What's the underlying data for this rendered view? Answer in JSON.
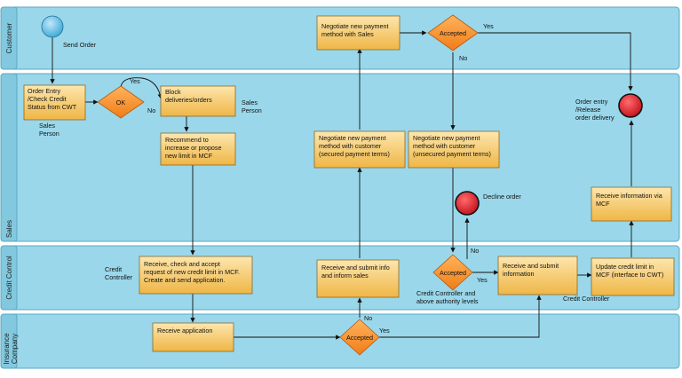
{
  "lanes": [
    {
      "id": "customer",
      "label": "Customer"
    },
    {
      "id": "sales",
      "label": "Sales"
    },
    {
      "id": "credit_control",
      "label": "Credit Control"
    },
    {
      "id": "insurance",
      "label": "Insurance\nCompany"
    }
  ],
  "events": {
    "start": {
      "label": "Send Order"
    },
    "end_release": {
      "label": "Order entry\n/Release\norder delivery"
    },
    "end_decline": {
      "label": "Decline order"
    }
  },
  "tasks": {
    "order_entry": "Order Entry\n/Check Credit\nStatus from CWT",
    "block_deliveries": "Block\ndeliveries/orders",
    "recommend_limit": "Recommend to\nincrease or propose\nnew limit in MCF",
    "negotiate_customer_sales": "Negotiate new payment\nmethod with Sales",
    "negotiate_secured": "Negotiate new payment\nmethod with customer\n(secured payment terms)",
    "negotiate_unsecured": "Negotiate new payment\nmethod with customer\n(unsecured payment terms)",
    "receive_info_mcf": "Receive information via\nMCF",
    "receive_check_accept": "Receive, check and accept\nrequest of new credit limit in MCF.\nCreate and send application.",
    "receive_submit_inform": "Receive and submit info\nand inform sales",
    "receive_submit_info": "Receive and submit\ninformation",
    "update_credit_limit": "Update credit limit in\nMCF (interface to CWT)",
    "receive_application": "Receive application"
  },
  "gateways": {
    "ok": "OK",
    "accepted_customer": "Accepted",
    "accepted_credit": "Accepted",
    "accepted_insurance": "Accepted"
  },
  "annotations": {
    "sales_person_1": "Sales\nPerson",
    "sales_person_2": "Sales\nPerson",
    "credit_controller_1": "Credit\nController",
    "credit_controller_2": "Credit Controller and\nabove authority levels",
    "credit_controller_3": "Credit Controller"
  },
  "edge_labels": {
    "ok_yes": "Yes",
    "ok_no": "No",
    "customer_yes": "Yes",
    "customer_no": "No",
    "credit_yes": "Yes",
    "credit_no": "No",
    "insurance_yes": "Yes",
    "insurance_no": "No"
  },
  "colors": {
    "lane_fill": "#9ad7ea",
    "task_fill_top": "#fde2a3",
    "task_fill_bottom": "#f0b94a",
    "gateway_fill": "#f59a33",
    "start_event": "#58b9e0",
    "end_event": "#e11d2a"
  }
}
